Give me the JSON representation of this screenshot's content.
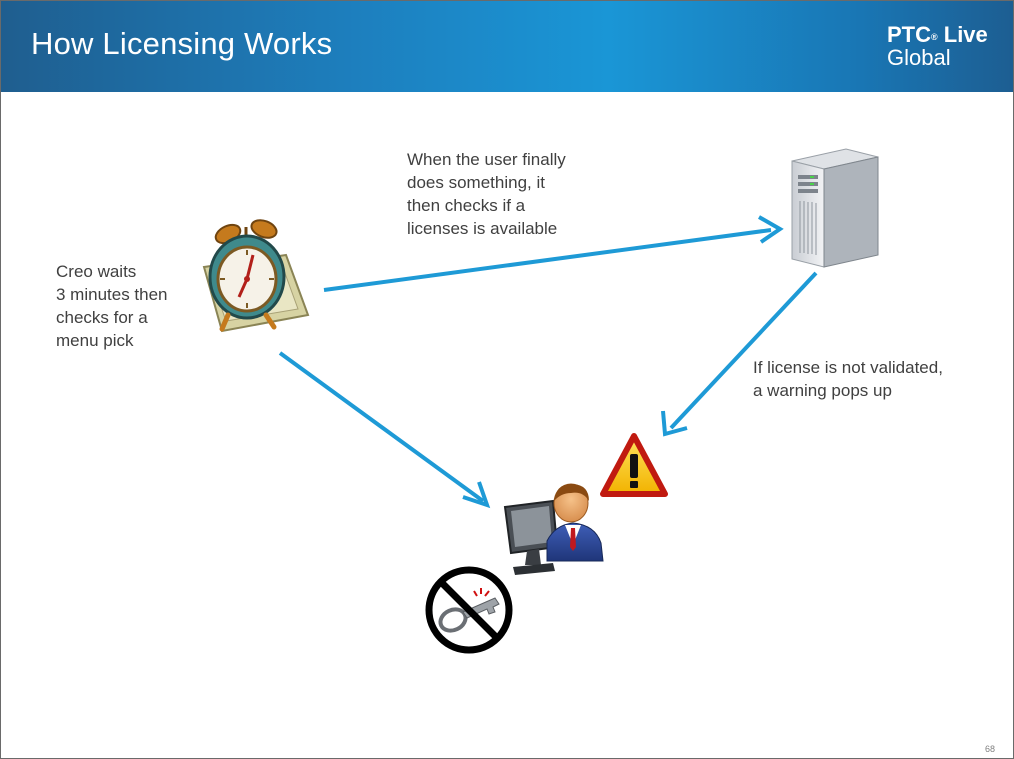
{
  "slide": {
    "title": "How Licensing Works",
    "brand_line1": "PTC",
    "brand_mark": "®",
    "brand_line1_suffix": " Live",
    "brand_line2": "Global",
    "slide_number": "68"
  },
  "labels": {
    "creo_wait": [
      "Creo waits",
      "3 minutes then",
      "checks for a",
      "menu pick"
    ],
    "user_action": [
      "When the user finally",
      "does something, it",
      "then checks if a",
      "licenses is available"
    ],
    "warning": [
      "If license is not validated,",
      "a warning pops up"
    ]
  },
  "icons": {
    "clock": "alarm-clock-icon",
    "server": "server-icon",
    "warning": "warning-icon",
    "user": "user-at-computer-icon",
    "no_key": "no-key-icon"
  },
  "colors": {
    "header_blue": "#1a96d6",
    "arrow_blue": "#1e9ad6",
    "text_gray": "#404040"
  }
}
